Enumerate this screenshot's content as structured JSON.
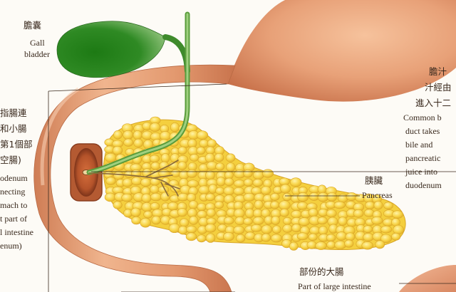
{
  "labels": {
    "gallbladder": {
      "zh": "膽囊",
      "en_1": "Gall",
      "en_2": "bladder"
    },
    "duodenum": {
      "zh": [
        "指腸連",
        "和小腸",
        "第1個部",
        "空腸)"
      ],
      "en": [
        "odenum",
        "necting",
        "mach to",
        "t part of",
        "l intestine",
        "enum)"
      ]
    },
    "bile_duct": {
      "zh": [
        "膽汁",
        "汁經由",
        "進入十二"
      ],
      "en": [
        "Common b",
        "duct takes",
        "bile and",
        "pancreatic",
        "juice into",
        "duodenum"
      ]
    },
    "pancreas": {
      "zh": "胰臟",
      "en": "Pancreas"
    },
    "large_intestine": {
      "zh": "部份的大腸",
      "en": "Part of large intestine"
    }
  },
  "colors": {
    "stomach": "#e39a70",
    "pancreas": "#f7d24a",
    "gallbladder": "#2f8a24",
    "bile_duct": "#7bb85a"
  }
}
